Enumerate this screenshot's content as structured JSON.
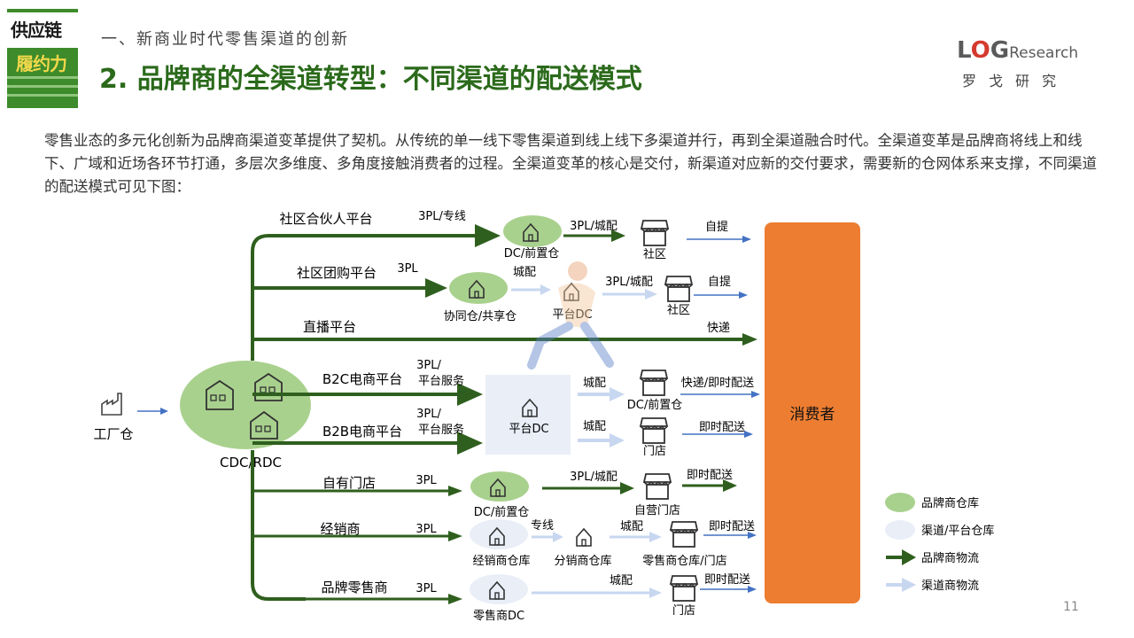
{
  "header": {
    "section": "一、新商业时代零售渠道的创新",
    "title": "2. 品牌商的全渠道转型：不同渠道的配送模式",
    "book_line1": "供应链",
    "book_line2": "履约力",
    "logo_main": "L",
    "logo_o": "O",
    "logo_g": "G",
    "logo_research": "Research",
    "logo_sub": "罗戈研究"
  },
  "intro": "零售业态的多元化创新为品牌商渠道变革提供了契机。从传统的单一线下零售渠道到线上线下多渠道并行，再到全渠道融合时代。全渠道变革是品牌商将线上和线下、广域和近场各环节打通，多层次多维度、多角度接触消费者的过程。全渠道变革的核心是交付，新渠道对应新的交付要求，需要新的仓网体系来支撑，不同渠道的配送模式可见下图：",
  "diagram": {
    "factory": "工厂仓",
    "cdc": "CDC/RDC",
    "consumer": "消费者",
    "ch_community_partner": "社区合伙人平台",
    "ch_group_buy": "社区团购平台",
    "ch_live": "直播平台",
    "ch_b2c": "B2C电商平台",
    "ch_b2b": "B2B电商平台",
    "ch_own_store": "自有门店",
    "ch_dealer": "经销商",
    "ch_brand_retailer": "品牌零售商",
    "lbl_3pl_line": "3PL/专线",
    "lbl_3pl": "3PL",
    "lbl_3pl_a": "3PL",
    "lbl_3pl_b": "3PL",
    "lbl_3pl_c": "3PL",
    "lbl_3pl_platform_1a": "3PL/",
    "lbl_3pl_platform_1b": "平台服务",
    "lbl_3pl_platform_2a": "3PL/",
    "lbl_3pl_platform_2b": "平台服务",
    "lbl_3pl_city_1": "3PL/城配",
    "lbl_3pl_city_2": "3PL/城配",
    "lbl_3pl_city_3": "3PL/城配",
    "lbl_city_1": "城配",
    "lbl_city_2": "城配",
    "lbl_city_3": "城配",
    "lbl_city_4": "城配",
    "lbl_city_5": "城配",
    "lbl_special": "专线",
    "lbl_pickup_1": "自提",
    "lbl_pickup_2": "自提",
    "lbl_express": "快递",
    "lbl_express_instant": "快递/即时配送",
    "lbl_instant_1": "即时配送",
    "lbl_instant_2": "即时配送",
    "lbl_instant_3": "即时配送",
    "lbl_instant_4": "即时配送",
    "node_dc_front_1": "DC/前置仓",
    "node_collab": "协同仓/共享仓",
    "node_platform_dc_1": "平台DC",
    "node_platform_dc_2": "平台DC",
    "node_dc_front_2": "DC/前置仓",
    "node_dc_front_3": "DC/前置仓",
    "node_dealer_wh": "经销商仓库",
    "node_distributor_wh": "分销商仓库",
    "node_retailer_dc": "零售商DC",
    "store_community_1": "社区",
    "store_community_2": "社区",
    "store_door": "门店",
    "store_own": "自营门店",
    "store_retail": "零售商仓库/门店",
    "store_door_2": "门店"
  },
  "legend": {
    "brand_wh": "品牌商仓库",
    "channel_wh": "渠道/平台仓库",
    "brand_logistics": "品牌商物流",
    "channel_logistics": "渠道商物流"
  },
  "colors": {
    "brand_green": "#2f5f1e",
    "warehouse_green": "#a9d18e",
    "channel_blue": "#c8d7f0",
    "consumer_orange": "#ed7d31",
    "title_green": "#2b6a1b"
  },
  "page_number": "11"
}
